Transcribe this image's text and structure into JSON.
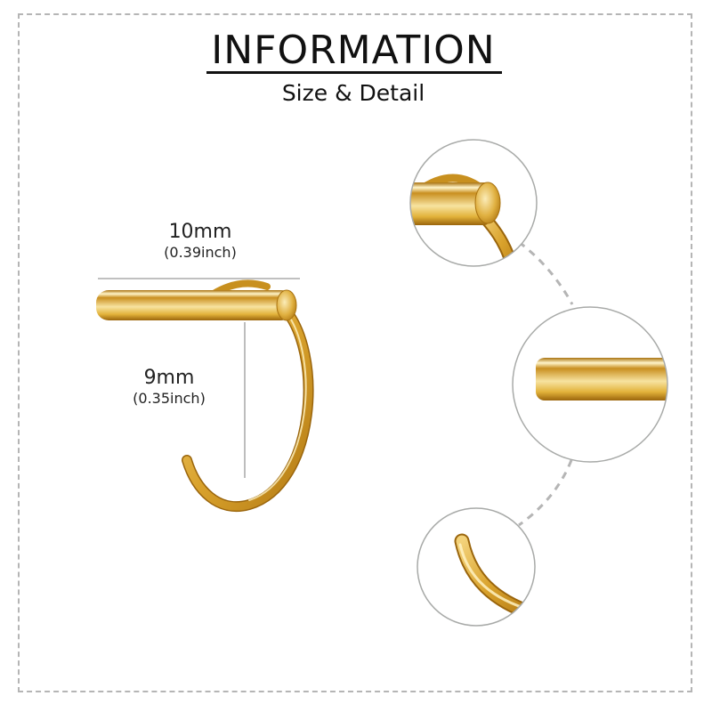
{
  "header": {
    "title": "INFORMATION",
    "subtitle": "Size & Detail"
  },
  "dimensions": {
    "width": {
      "value": "10mm",
      "imperial": "(0.39inch)"
    },
    "height": {
      "value": "9mm",
      "imperial": "(0.35inch)"
    }
  },
  "product": {
    "type": "L-shaped bar hoop (gold)",
    "detail_views": [
      "bar-end-top",
      "bar-end-flat",
      "hoop-tip"
    ]
  },
  "colors": {
    "gold_light": "#f7e3a0",
    "gold_mid": "#e2b23a",
    "gold_dark": "#a9720f",
    "line_gray": "#9a9a9a",
    "dash_gray": "#b5b5b5"
  }
}
